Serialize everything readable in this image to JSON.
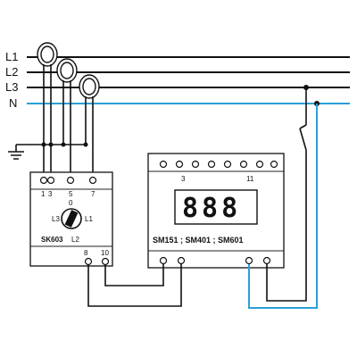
{
  "lines": [
    {
      "label": "L1"
    },
    {
      "label": "L2"
    },
    {
      "label": "L3"
    },
    {
      "label": "N"
    }
  ],
  "colors": {
    "phase_wire": "#111111",
    "neutral_wire": "#2aa0d8",
    "device_outline": "#222222"
  },
  "selector": {
    "terminals_top": [
      "1",
      "3",
      "5",
      "7"
    ],
    "position_top": "0",
    "position_left": "L3",
    "position_right": "L1",
    "model": "SK603",
    "position_bottom": "L2",
    "terminals_bottom": [
      "8",
      "10"
    ]
  },
  "meter": {
    "terminal_left": "3",
    "terminal_right": "11",
    "display": "888",
    "models": "SM151 ; SM401 ; SM601"
  },
  "icons": {
    "ground": "ground-icon",
    "current_transformer": "current-transformer-icon",
    "switch": "switch-icon"
  }
}
